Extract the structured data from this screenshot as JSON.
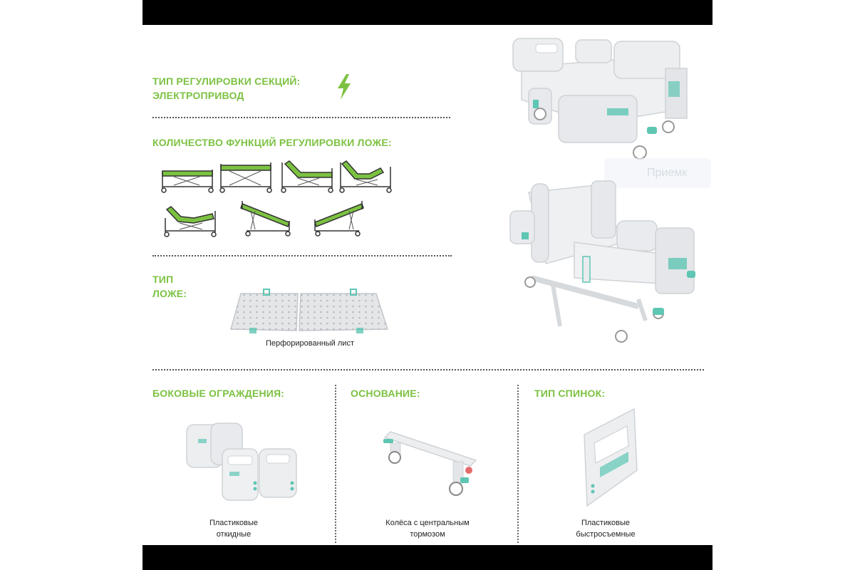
{
  "section_adjustment_type": {
    "line1": "ТИП РЕГУЛИРОВКИ СЕКЦИЙ:",
    "line2": "ЭЛЕКТРОПРИВОД",
    "icon": "lightning-bolt-icon"
  },
  "functions_count": {
    "heading": "КОЛИЧЕСТВО ФУНКЦИЙ РЕГУЛИРОВКИ ЛОЖЕ:",
    "positions_row1": 4,
    "positions_row2": 3
  },
  "bed_surface": {
    "heading_line1": "ТИП",
    "heading_line2": "ЛОЖЕ:",
    "caption": "Перфорированный лист"
  },
  "side_rails": {
    "heading": "БОКОВЫЕ ОГРАЖДЕНИЯ:",
    "caption_line1": "Пластиковые",
    "caption_line2": "откидные"
  },
  "base": {
    "heading": "ОСНОВАНИЕ:",
    "caption_line1": "Колёса с центральным",
    "caption_line2": "тормозом"
  },
  "headboard_type": {
    "heading": "ТИП СПИНОК:",
    "caption_line1": "Пластиковые",
    "caption_line2": "быстросъемные"
  },
  "watermark": {
    "text": "Приемк"
  },
  "colors": {
    "accent_green": "#7cc242",
    "teal": "#5fc6b3",
    "frame_gray": "#e6e7e9"
  }
}
